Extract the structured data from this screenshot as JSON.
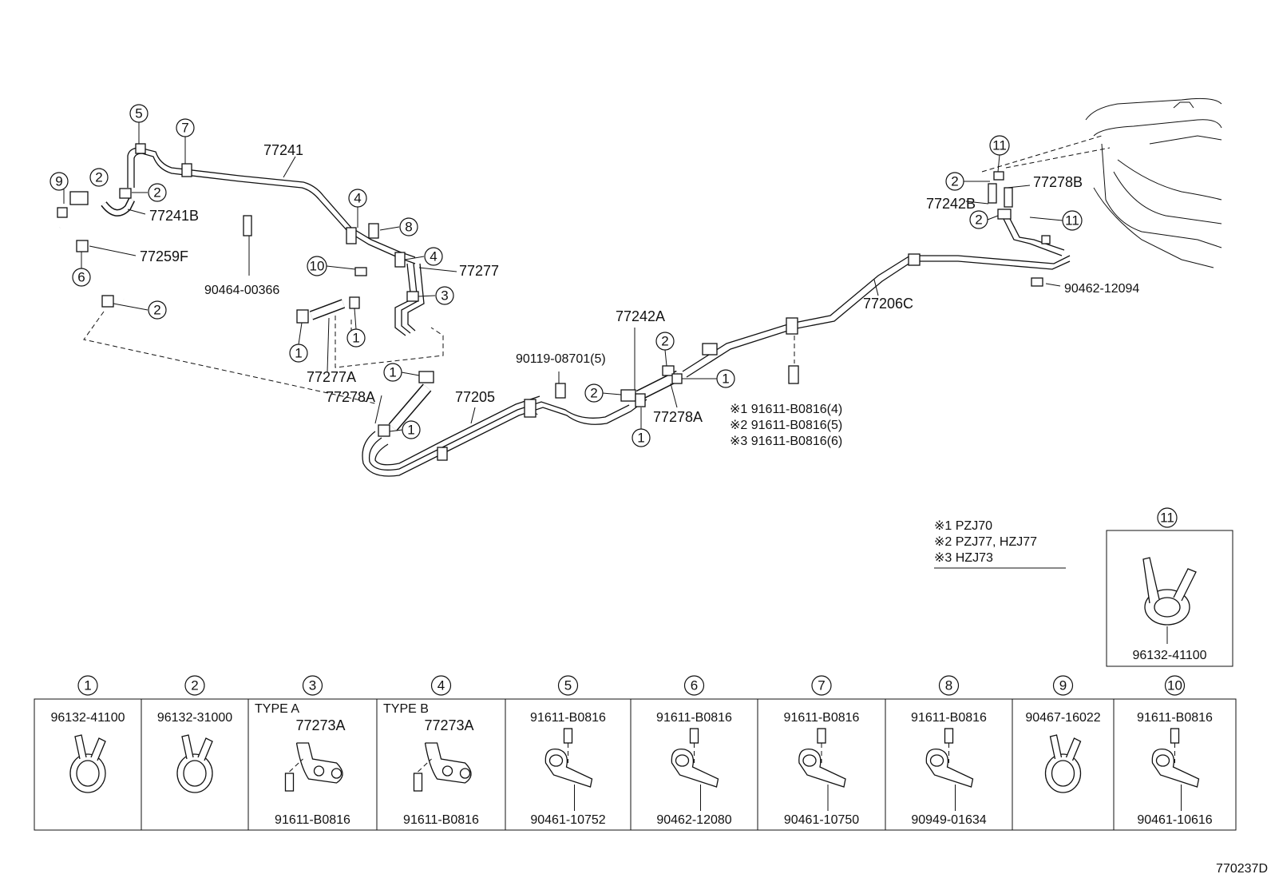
{
  "callouts": {
    "c1": "1",
    "c2": "2",
    "c3": "3",
    "c4": "4",
    "c5": "5",
    "c6": "6",
    "c7": "7",
    "c8": "8",
    "c9": "9",
    "c10": "10",
    "c11": "11"
  },
  "labels": {
    "p77241": "77241",
    "p77241B": "77241B",
    "p77259F": "77259F",
    "p90464_00366": "90464-00366",
    "p77277": "77277",
    "p77277A": "77277A",
    "p77278A": "77278A",
    "p77205": "77205",
    "p90119": "90119-08701(5)",
    "p77242A": "77242A",
    "p77278A_b": "77278A",
    "p77206C": "77206C",
    "p77242B": "77242B",
    "p77278B": "77278B",
    "p90462_12094": "90462-12094",
    "bolt1": "※1 91611-B0816(4)",
    "bolt2": "※2 91611-B0816(5)",
    "bolt3": "※3 91611-B0816(6)"
  },
  "legend": {
    "l1": "※1 PZJ70",
    "l2": "※2 PZJ77, HZJ77",
    "l3": "※3 HZJ73"
  },
  "detail11": {
    "num": "11",
    "part": "96132-41100"
  },
  "table": [
    {
      "num": "1",
      "top": "96132-41100",
      "type": "",
      "sub": "",
      "bottom": ""
    },
    {
      "num": "2",
      "top": "96132-31000",
      "type": "",
      "sub": "",
      "bottom": ""
    },
    {
      "num": "3",
      "top": "",
      "type": "TYPE A",
      "sub": "77273A",
      "bottom": "91611-B0816"
    },
    {
      "num": "4",
      "top": "",
      "type": "TYPE B",
      "sub": "77273A",
      "bottom": "91611-B0816"
    },
    {
      "num": "5",
      "top": "91611-B0816",
      "type": "",
      "sub": "",
      "bottom": "90461-10752"
    },
    {
      "num": "6",
      "top": "91611-B0816",
      "type": "",
      "sub": "",
      "bottom": "90462-12080"
    },
    {
      "num": "7",
      "top": "91611-B0816",
      "type": "",
      "sub": "",
      "bottom": "90461-10750"
    },
    {
      "num": "8",
      "top": "91611-B0816",
      "type": "",
      "sub": "",
      "bottom": "90949-01634"
    },
    {
      "num": "9",
      "top": "90467-16022",
      "type": "",
      "sub": "",
      "bottom": ""
    },
    {
      "num": "10",
      "top": "91611-B0816",
      "type": "",
      "sub": "",
      "bottom": "90461-10616"
    }
  ],
  "figure_code": "770237D"
}
